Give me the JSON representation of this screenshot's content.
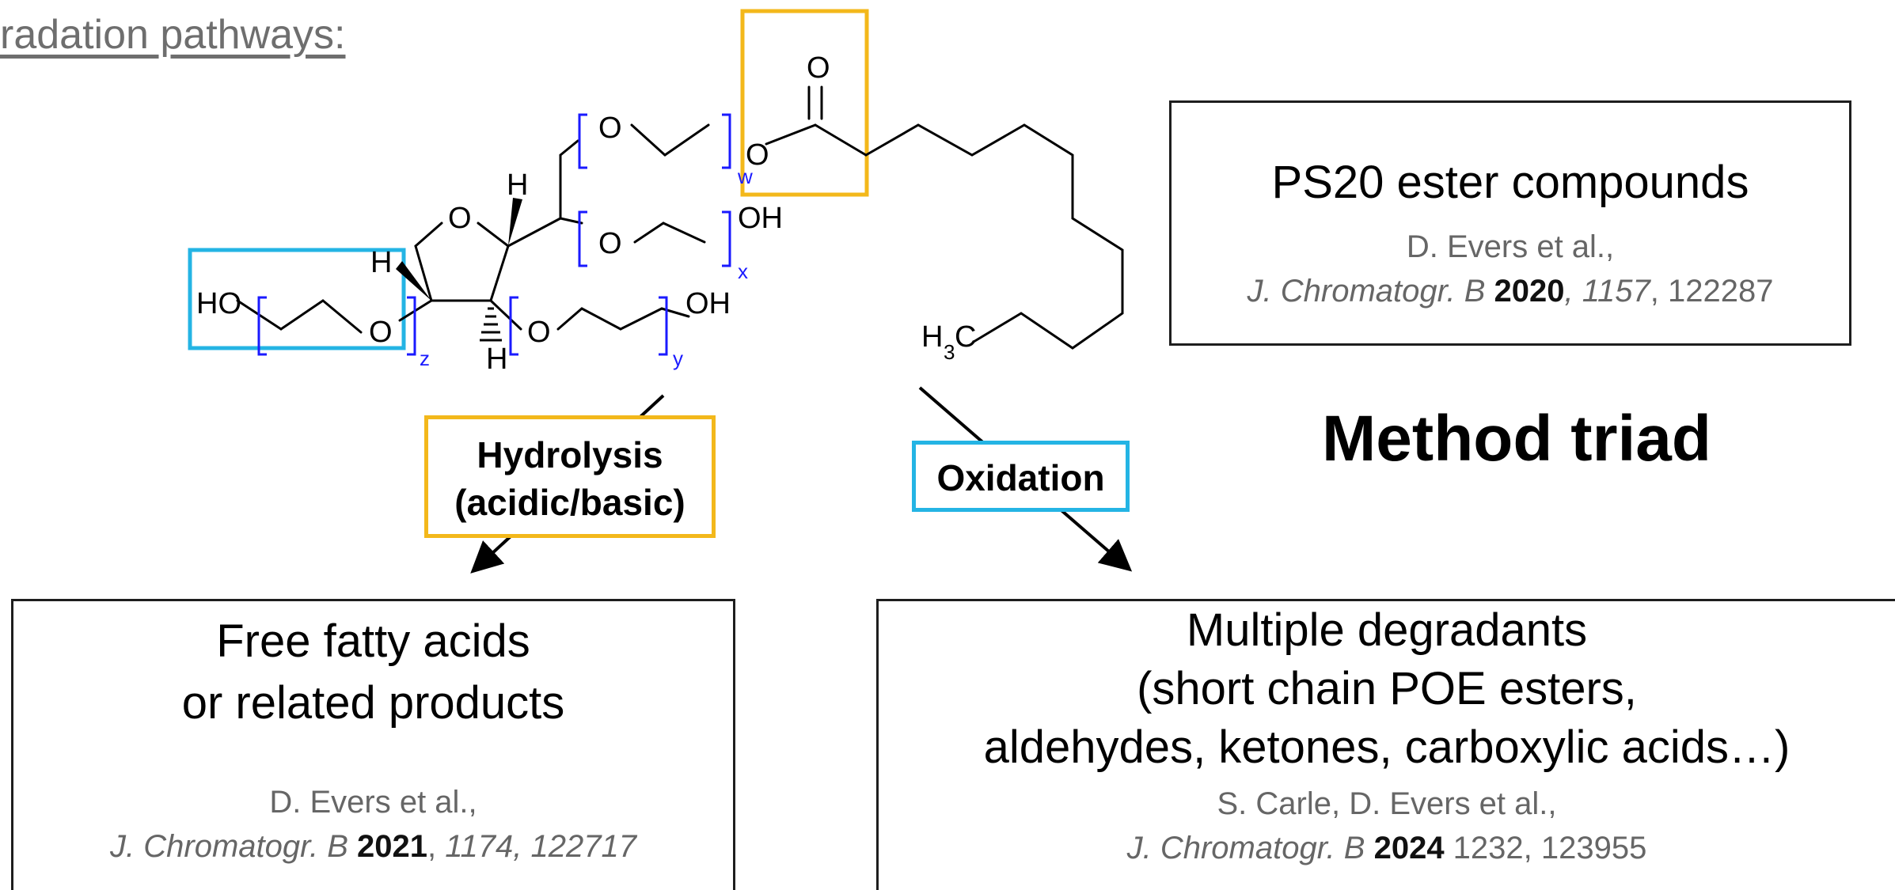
{
  "heading": "radation pathways:",
  "colors": {
    "ester_highlight": "#f3b81b",
    "ether_highlight": "#24b4e4",
    "repeat_bracket": "#1a1aff"
  },
  "molecule": {
    "atoms": {
      "o_carbonyl": "O",
      "o_ring": "O",
      "h_top": "H",
      "h_left": "H",
      "h_bottom": "H",
      "o_w1": "O",
      "o_w2": "O",
      "o_x": "O",
      "oh_x": "OH",
      "o_y": "O",
      "oh_y": "OH",
      "ho_z": "HO",
      "o_z": "O",
      "h3c_h": "H",
      "h3c_3": "3",
      "h3c_c": "C"
    },
    "subscripts": {
      "w": "w",
      "x": "x",
      "y": "y",
      "z": "z"
    }
  },
  "tags": {
    "hydrolysis_line1": "Hydrolysis",
    "hydrolysis_line2": "(acidic/basic)",
    "oxidation": "Oxidation"
  },
  "ps20_box": {
    "title": "PS20 ester compounds",
    "author": "D. Evers et al.,",
    "journal": "J. Chromatogr. B",
    "year": "2020",
    "sep1": ",",
    "volume": " 1157",
    "pages": ", 122287"
  },
  "method_triad": "Method triad",
  "hydrolysis_box": {
    "line1": "Free fatty acids",
    "line2": "or related products",
    "author": "D. Evers et al.,",
    "journal": "J. Chromatogr. B",
    "year": "2021",
    "sep1": ", ",
    "volume_pages": "1174, 122717"
  },
  "oxidation_box": {
    "line1": "Multiple degradants",
    "line2": "(short chain POE esters,",
    "line3": "aldehydes, ketones, carboxylic acids…)",
    "author": "S. Carle, D. Evers et al.,",
    "journal": "J. Chromatogr. B",
    "year": "2024",
    "volume_pages": " 1232, 123955"
  }
}
